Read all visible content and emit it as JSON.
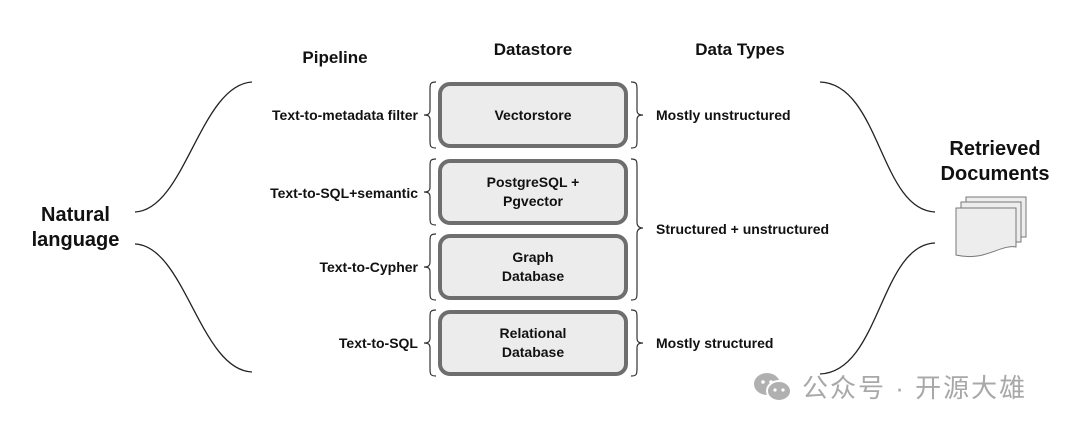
{
  "headers": {
    "pipeline": "Pipeline",
    "datastore": "Datastore",
    "data_types": "Data Types"
  },
  "input": {
    "label_line1": "Natural",
    "label_line2": "language"
  },
  "output": {
    "label_line1": "Retrieved",
    "label_line2": "Documents",
    "icon": "documents-stack-icon"
  },
  "rows": [
    {
      "pipeline": "Text-to-metadata filter",
      "store_line1": "Vectorstore",
      "store_line2": ""
    },
    {
      "pipeline": "Text-to-SQL+semantic",
      "store_line1": "PostgreSQL +",
      "store_line2": "Pgvector"
    },
    {
      "pipeline": "Text-to-Cypher",
      "store_line1": "Graph",
      "store_line2": "Database"
    },
    {
      "pipeline": "Text-to-SQL",
      "store_line1": "Relational",
      "store_line2": "Database"
    }
  ],
  "data_types": [
    "Mostly unstructured",
    "Structured + unstructured",
    "Mostly structured"
  ],
  "watermark": {
    "icon": "wechat-icon",
    "text": "公众号 · 开源大雄"
  },
  "colors": {
    "box_border": "#6e6e6e",
    "box_fill": "#ececec",
    "watermark": "#a8a8a8"
  }
}
